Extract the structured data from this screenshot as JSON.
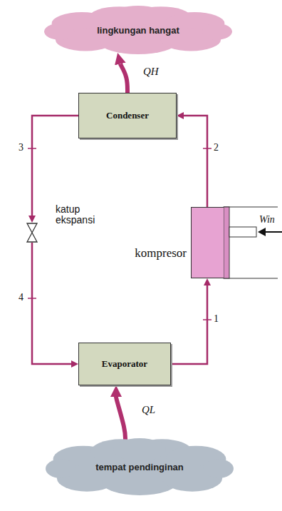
{
  "diagram": {
    "nodes": [
      {
        "text": [
          "lingkungan hangat"
        ]
      },
      {
        "text": [
          "Condenser"
        ]
      },
      {
        "text": [
          "katup ekspansi"
        ]
      },
      {
        "text": [
          "kompresor"
        ]
      },
      {
        "text": [
          "Evaporator"
        ]
      },
      {
        "text": [
          "tempat pendinginan"
        ]
      }
    ],
    "edges": [
      {
        "from": 1,
        "to": 0,
        "arrow": "to",
        "label": "QH"
      },
      {
        "from": 3,
        "to": 1,
        "arrow": "to",
        "label": "2"
      },
      {
        "from": 1,
        "to": 2,
        "arrow": "to",
        "label": "3"
      },
      {
        "from": 2,
        "to": 4,
        "arrow": "to",
        "label": "4"
      },
      {
        "from": 4,
        "to": 3,
        "arrow": "to",
        "label": "1"
      },
      {
        "from": 5,
        "to": 4,
        "arrow": "to",
        "label": "QL"
      }
    ],
    "labels": [
      "Win"
    ]
  }
}
